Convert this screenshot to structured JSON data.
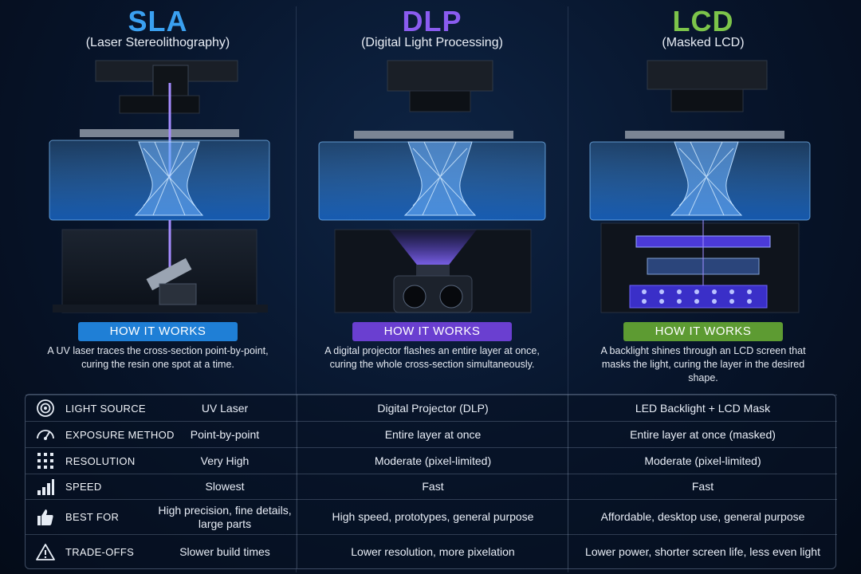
{
  "columns": [
    {
      "key": "sla",
      "title": "SLA",
      "subtitle": "(Laser Stereolithography)",
      "color": "#3aa0f0",
      "badge_color": "#1f7fd6",
      "how_label": "HOW IT WORKS",
      "description": "A UV laser traces the cross-section point-by-point, curing the resin one spot at a time."
    },
    {
      "key": "dlp",
      "title": "DLP",
      "subtitle": "(Digital Light Processing)",
      "color": "#8a5cf0",
      "badge_color": "#6a3fd0",
      "how_label": "HOW IT WORKS",
      "description": "A digital projector flashes an entire layer at once, curing the whole cross-section simultaneously."
    },
    {
      "key": "lcd",
      "title": "LCD",
      "subtitle": "(Masked LCD)",
      "color": "#7cc44a",
      "badge_color": "#5d9b32",
      "how_label": "HOW IT WORKS",
      "description": "A backlight shines through an LCD screen that masks the light, curing the layer in the desired shape."
    }
  ],
  "table": {
    "rows": [
      {
        "icon": "target-icon",
        "label": "LIGHT SOURCE",
        "sla": "UV Laser",
        "dlp": "Digital Projector (DLP)",
        "lcd": "LED Backlight + LCD Mask"
      },
      {
        "icon": "gauge-icon",
        "label": "EXPOSURE METHOD",
        "sla": "Point-by-point",
        "dlp": "Entire layer at once",
        "lcd": "Entire layer at once (masked)"
      },
      {
        "icon": "grid-dots-icon",
        "label": "RESOLUTION",
        "sla": "Very High",
        "dlp": "Moderate (pixel-limited)",
        "lcd": "Moderate (pixel-limited)"
      },
      {
        "icon": "signal-bars-icon",
        "label": "SPEED",
        "sla": "Slowest",
        "dlp": "Fast",
        "lcd": "Fast"
      },
      {
        "icon": "thumbs-up-icon",
        "label": "BEST FOR",
        "sla": "High precision, fine details, large parts",
        "dlp": "High speed, prototypes, general purpose",
        "lcd": "Affordable, desktop use, general purpose"
      },
      {
        "icon": "warning-icon",
        "label": "TRADE-OFFS",
        "sla": "Slower build times",
        "dlp": "Lower resolution, more pixelation",
        "lcd": "Lower power, shorter screen life, less even light"
      }
    ]
  }
}
